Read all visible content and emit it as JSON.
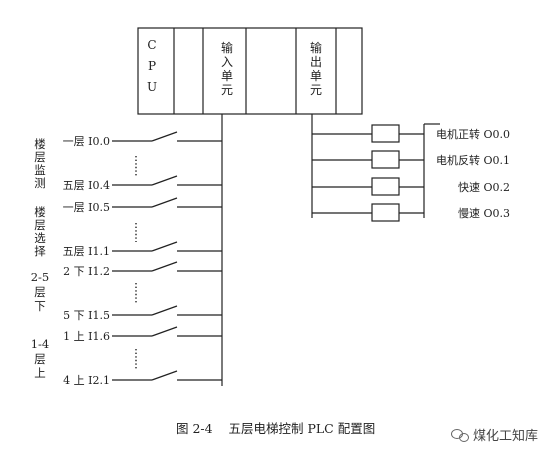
{
  "modules": {
    "cpu_chars": [
      "C",
      "P",
      "U"
    ],
    "input_chars": [
      "输",
      "入",
      "单",
      "元"
    ],
    "output_chars": [
      "输",
      "出",
      "单",
      "元"
    ]
  },
  "groups": [
    {
      "chars": [
        "楼",
        "层",
        "监",
        "测"
      ]
    },
    {
      "chars": [
        "楼",
        "层",
        "选",
        "择"
      ]
    },
    {
      "chars": [
        "2-5",
        "层",
        "下"
      ]
    },
    {
      "chars": [
        "1-4",
        "层",
        "上"
      ]
    }
  ],
  "inputs": [
    {
      "label": "一层 I0.0"
    },
    {
      "label": "五层 I0.4"
    },
    {
      "label": "一层 I0.5"
    },
    {
      "label": "五层 I1.1"
    },
    {
      "label": "2 下 I1.2"
    },
    {
      "label": "5 下 I1.5"
    },
    {
      "label": "1 上 I1.6"
    },
    {
      "label": "4 上 I2.1"
    }
  ],
  "outputs": [
    {
      "label": "电机正转 O0.0"
    },
    {
      "label": "电机反转 O0.1"
    },
    {
      "label": "快速 O0.2"
    },
    {
      "label": "慢速 O0.3"
    }
  ],
  "caption": "图 2-4    五层电梯控制 PLC 配置图",
  "watermark": "煤化工知库",
  "colors": {
    "line": "#222222"
  }
}
